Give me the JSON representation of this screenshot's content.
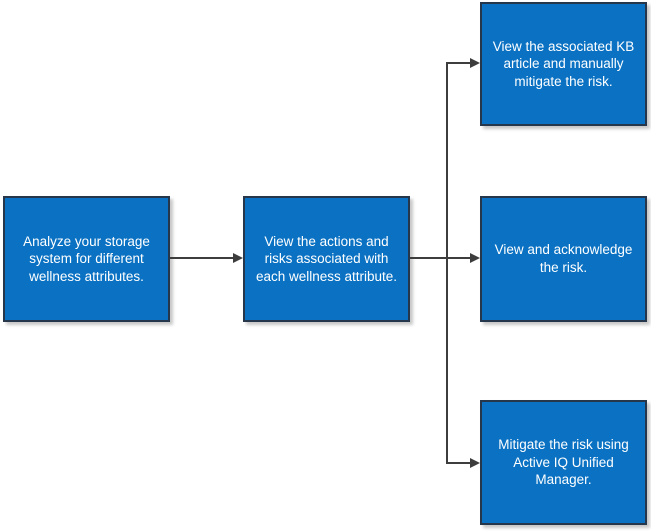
{
  "diagram": {
    "type": "flowchart",
    "colors": {
      "box_fill": "#0b72c3",
      "box_border": "#26374b",
      "connector": "#3d3d3d",
      "text": "#ffffff",
      "canvas_bg": "#ffffff"
    },
    "nodes": [
      {
        "id": "analyze",
        "text": "Analyze your storage\nsystem for different\nwellness attributes."
      },
      {
        "id": "view",
        "text": "View the actions and\nrisks associated with\neach wellness attribute."
      },
      {
        "id": "kb",
        "text": "View the associated KB\narticle and manually\nmitigate the risk."
      },
      {
        "id": "ack",
        "text": "View and acknowledge\nthe risk."
      },
      {
        "id": "mitigate",
        "text": "Mitigate the risk using\nActive IQ Unified\nManager."
      }
    ],
    "edges": [
      {
        "from": "analyze",
        "to": "view"
      },
      {
        "from": "view",
        "to": "kb"
      },
      {
        "from": "view",
        "to": "ack"
      },
      {
        "from": "view",
        "to": "mitigate"
      }
    ]
  }
}
